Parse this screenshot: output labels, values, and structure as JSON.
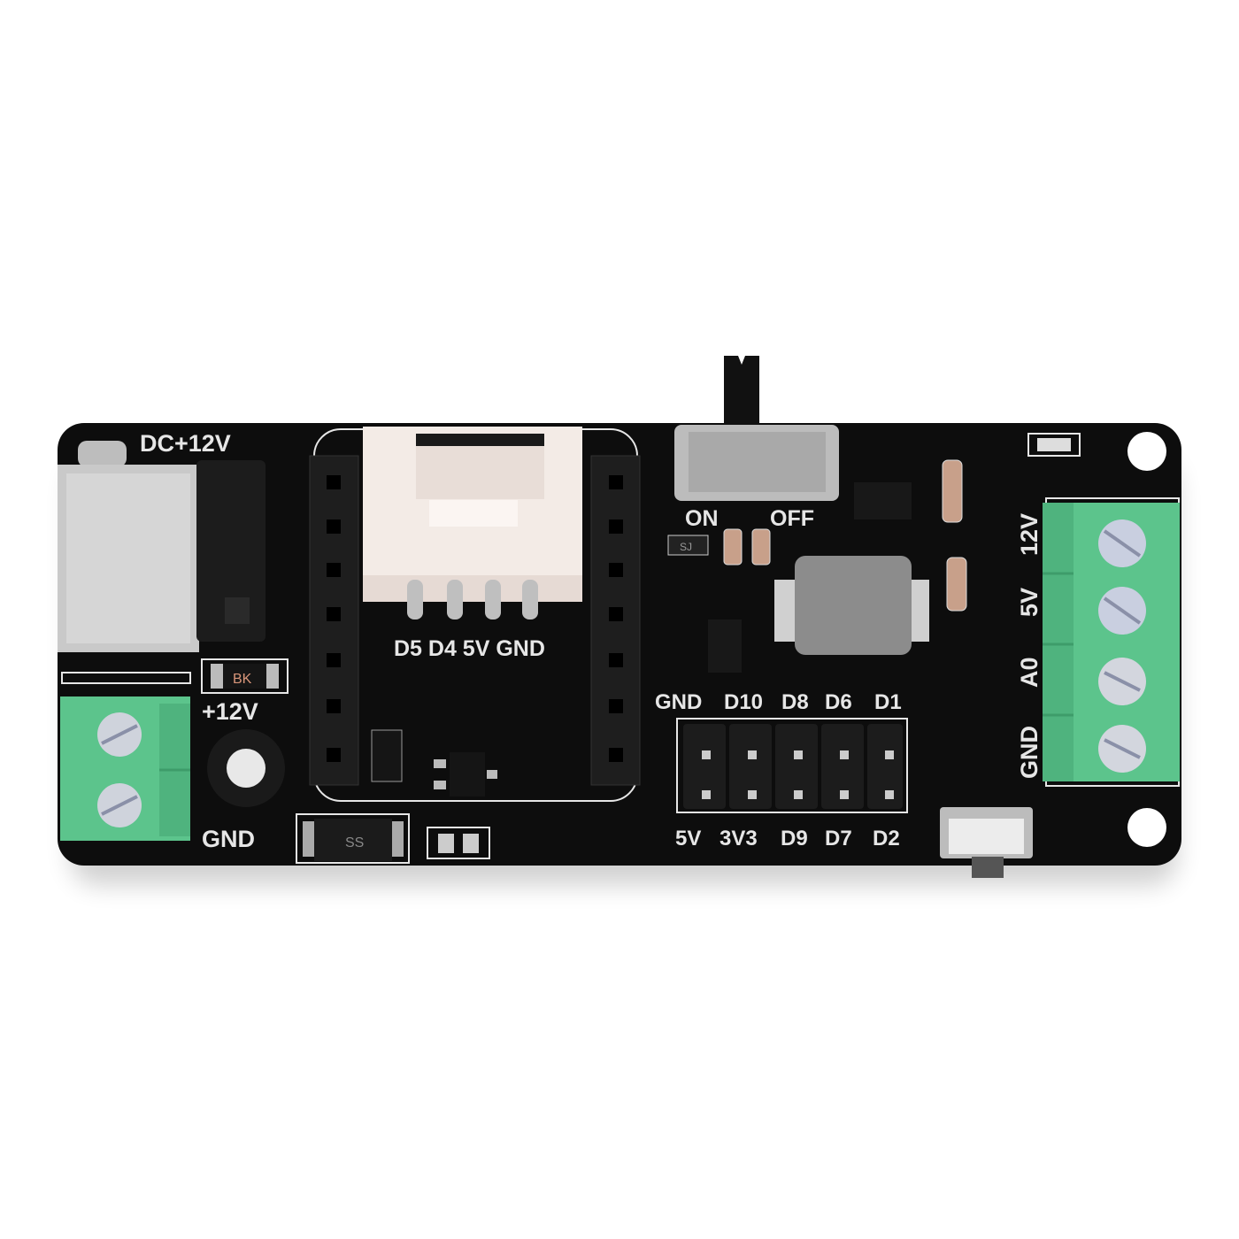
{
  "board": {
    "power_input": {
      "label": "DC+12V",
      "fuse_marking": "BK"
    },
    "left_terminal": {
      "top_label": "+12V",
      "bottom_label": "GND"
    },
    "white_connector_pins": "D5 D4 5V GND",
    "switch": {
      "on_label": "ON",
      "off_label": "OFF",
      "jumper_marking": "SJ"
    },
    "diode_marking": "SS",
    "header_top_labels": [
      "GND",
      "D10",
      "D8",
      "D6",
      "D1"
    ],
    "header_bottom_labels": [
      "5V",
      "3V3",
      "D9",
      "D7",
      "D2"
    ],
    "right_terminal_labels": [
      "12V",
      "5V",
      "A0",
      "GND"
    ]
  },
  "colors": {
    "pcb": "#0d0d0d",
    "silkscreen": "#e6e6e6",
    "terminal_green": "#5cc48c",
    "connector_white": "#f3ebe6",
    "metal": "#c9c9c9"
  }
}
